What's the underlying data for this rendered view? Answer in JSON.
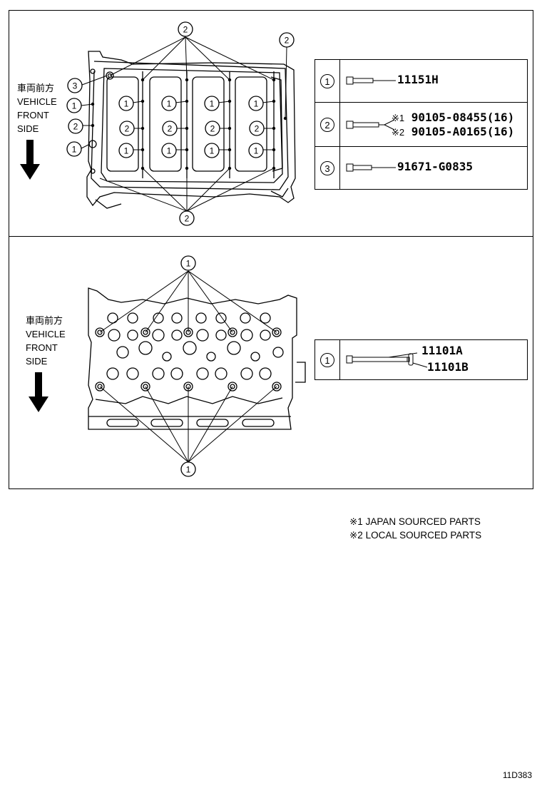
{
  "top_section": {
    "front_label": {
      "line1": "車両前方",
      "line2": "VEHICLE",
      "line3": "FRONT",
      "line4": "SIDE"
    },
    "callout_numbers": {
      "one": "1",
      "two": "2",
      "three": "3"
    },
    "parts": [
      {
        "ref": "1",
        "part_number": "11151H"
      },
      {
        "ref": "2",
        "note1": "※1",
        "part_number_1": "90105-08455(16)",
        "note2": "※2",
        "part_number_2": "90105-A0165(16)"
      },
      {
        "ref": "3",
        "part_number": "91671-G0835"
      }
    ]
  },
  "bottom_section": {
    "front_label": {
      "line1": "車両前方",
      "line2": "VEHICLE",
      "line3": "FRONT",
      "line4": "SIDE"
    },
    "callout_numbers": {
      "one": "1"
    },
    "parts": [
      {
        "ref": "1",
        "part_number_1": "11101A",
        "part_number_2": "11101B"
      }
    ]
  },
  "footnotes": {
    "note1": "※1 JAPAN SOURCED PARTS",
    "note2": "※2 LOCAL SOURCED PARTS"
  },
  "diagram_code": "11D383"
}
